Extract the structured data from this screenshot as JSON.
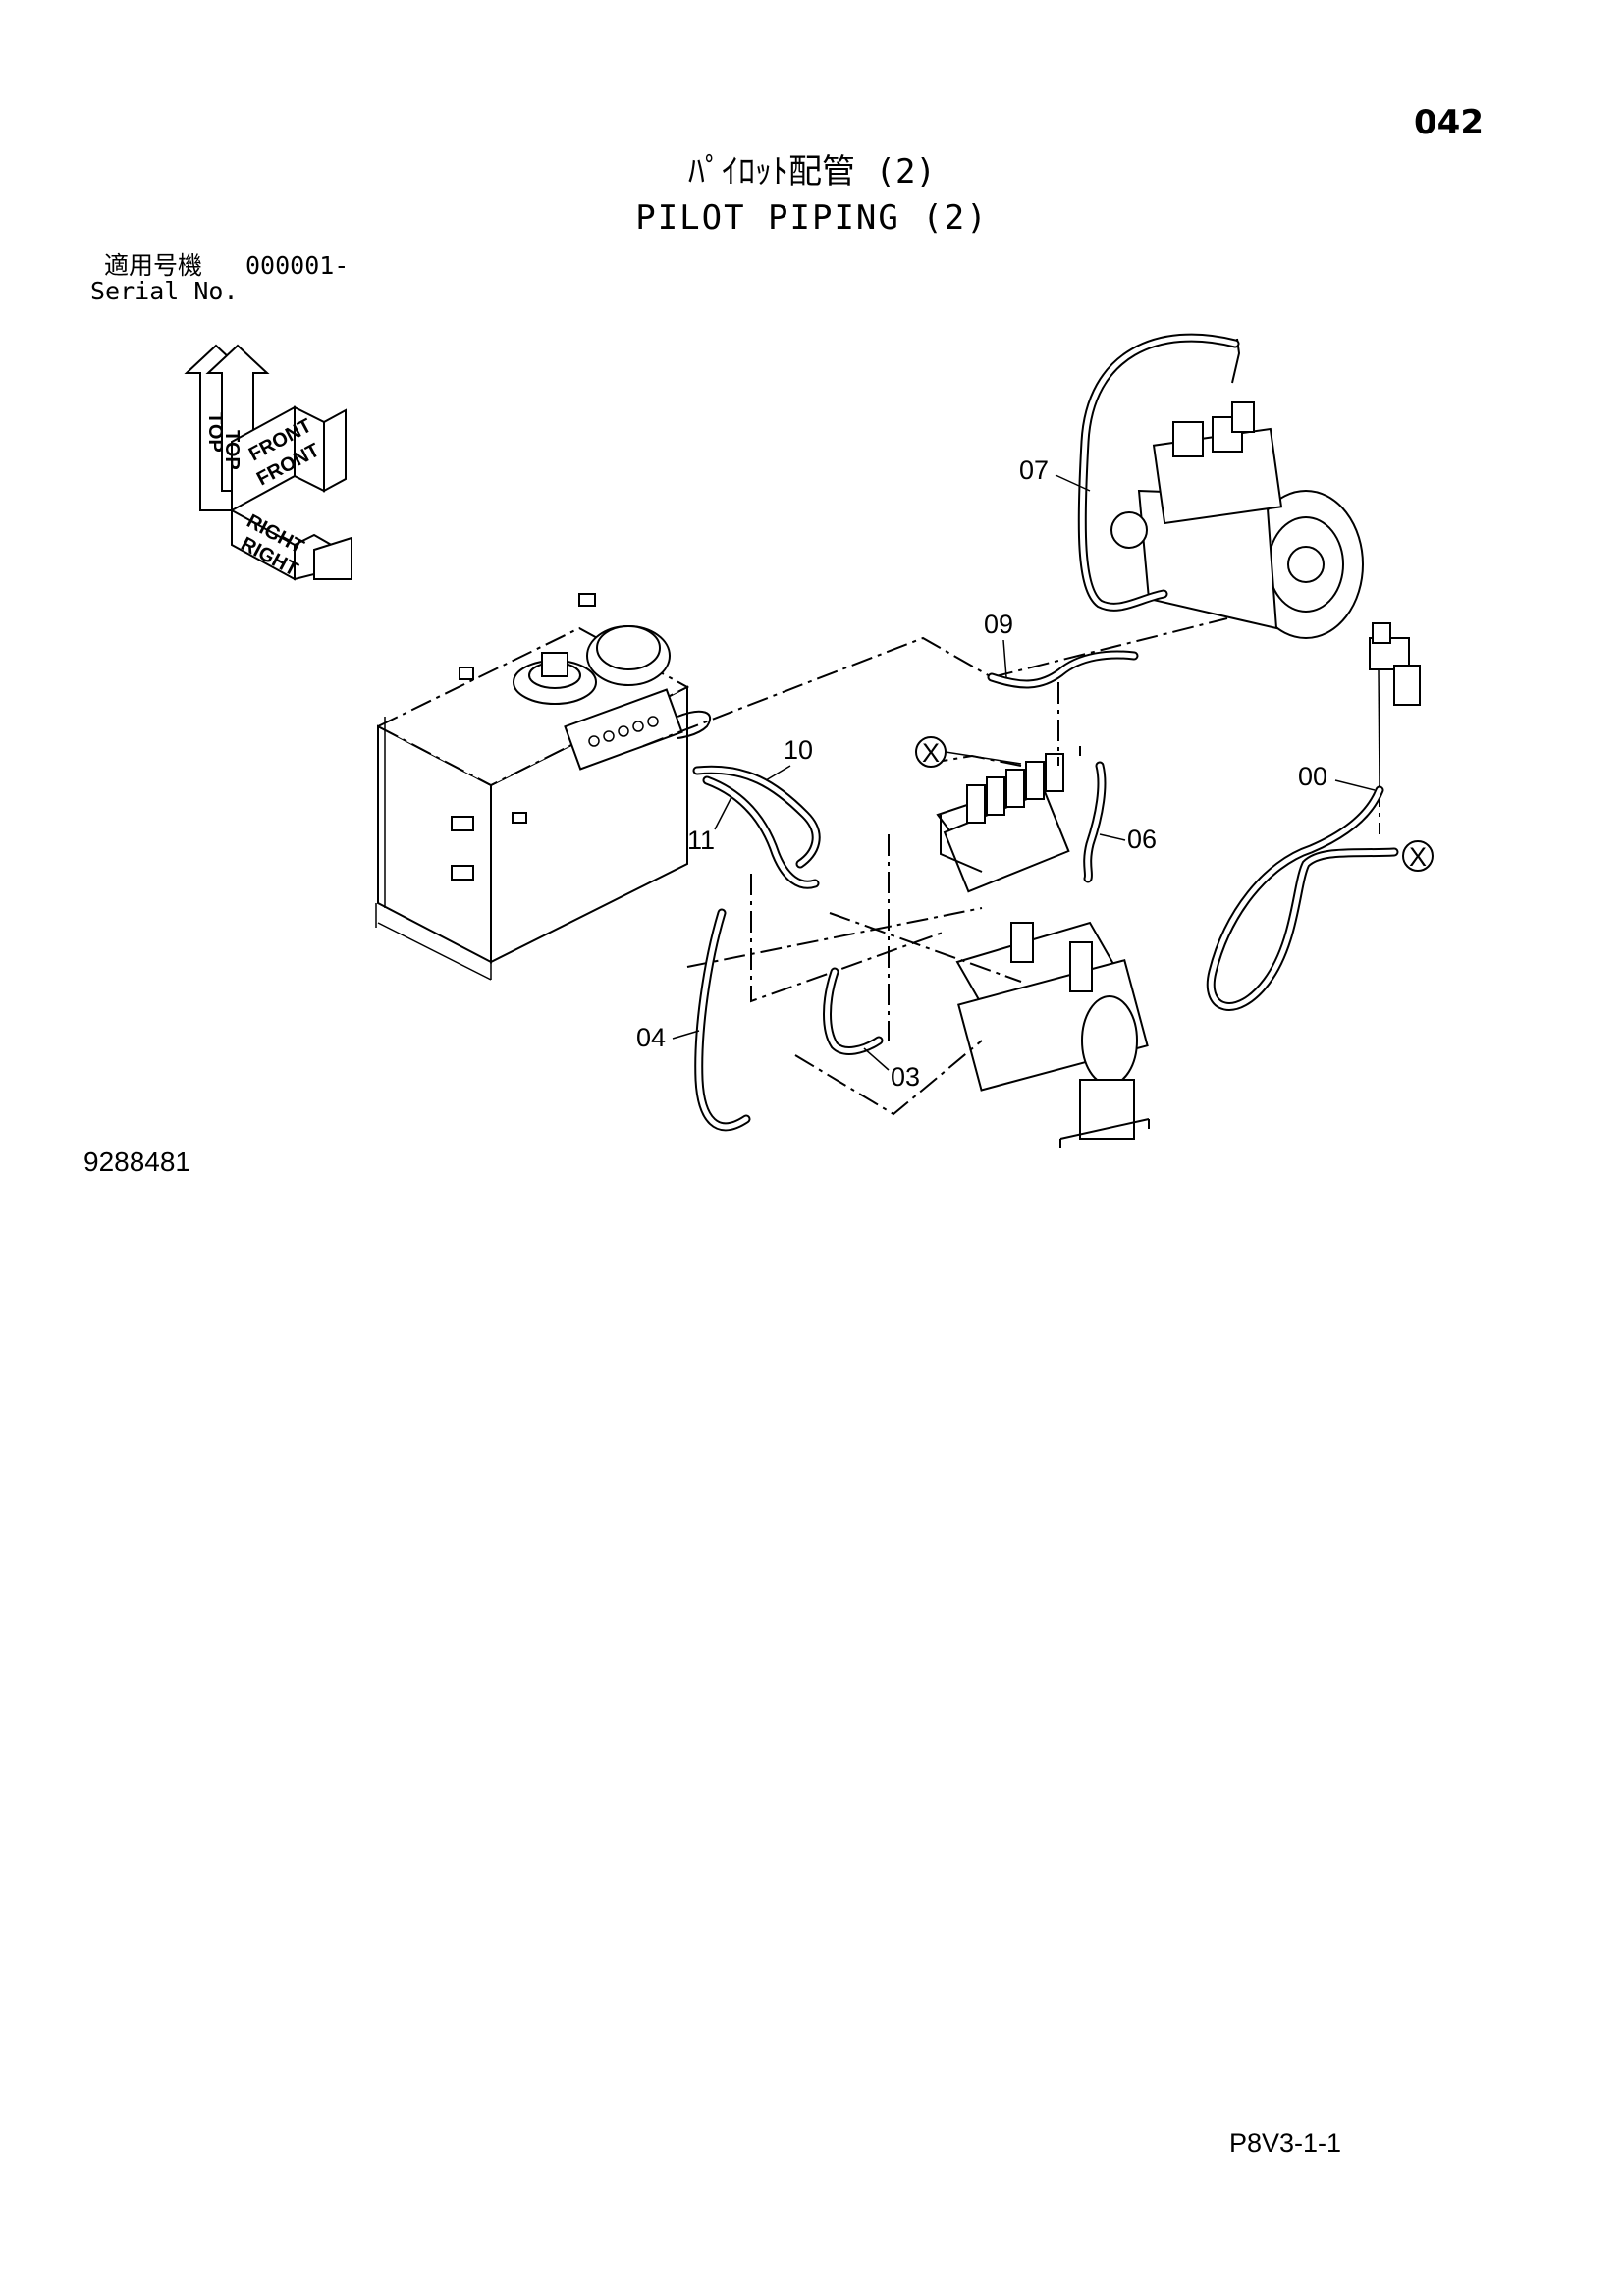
{
  "header": {
    "page_number": "042",
    "title_jp": "ﾊﾟｲﾛｯﾄ配管 (2)",
    "title_en": "PILOT PIPING (2)",
    "serial_label_jp": "適用号機",
    "serial_range": "000001-",
    "serial_label_en": "Serial No."
  },
  "orientation_arrows": {
    "top": "TOP",
    "front": "FRONT",
    "right": "RIGHT"
  },
  "callouts": [
    "07",
    "09",
    "10",
    "11",
    "06",
    "00",
    "04",
    "03"
  ],
  "connection_marker": "X",
  "footer": {
    "drawing_number": "9288481",
    "sheet_code": "P8V3-1-1"
  }
}
